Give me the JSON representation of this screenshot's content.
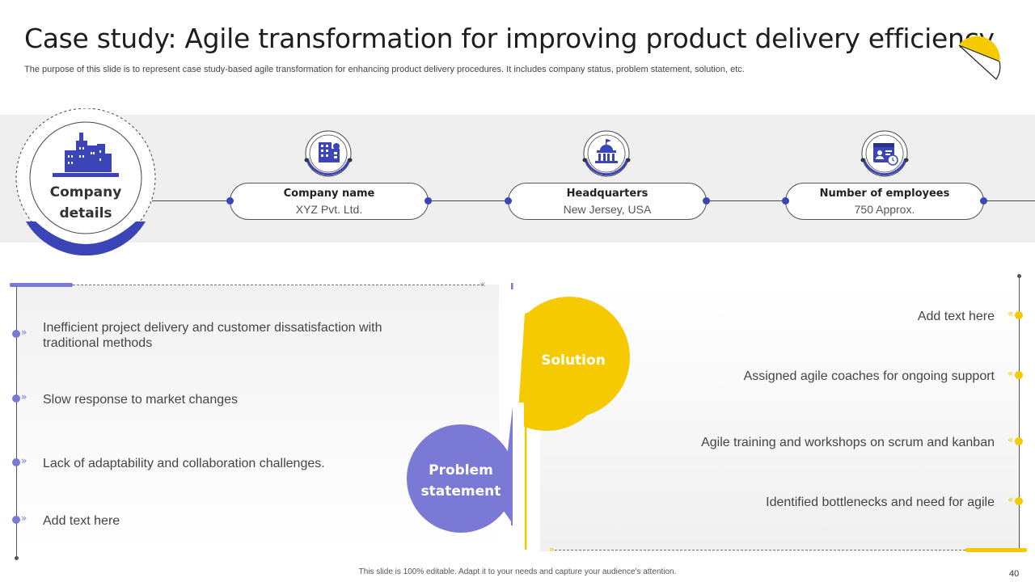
{
  "header": {
    "title": "Case study: Agile transformation for improving product delivery efficiency",
    "subtitle": "The purpose of this slide is to represent case study-based agile transformation for enhancing product delivery procedures. It includes company status, problem statement, solution, etc."
  },
  "company": {
    "label_line1": "Company",
    "label_line2": "details",
    "fields": [
      {
        "heading": "Company name",
        "value": "XYZ Pvt. Ltd.",
        "icon": "office-building-icon"
      },
      {
        "heading": "Headquarters",
        "value": "New Jersey, USA",
        "icon": "government-building-icon"
      },
      {
        "heading": "Number of employees",
        "value": "750 Approx.",
        "icon": "employee-id-card-icon"
      }
    ]
  },
  "problem": {
    "label_line1": "Problem",
    "label_line2": "statement",
    "items": [
      "Inefficient project delivery and customer dissatisfaction with traditional methods",
      "Slow response to market changes",
      "Lack of adaptability and collaboration challenges.",
      "Add text here"
    ]
  },
  "solution": {
    "label": "Solution",
    "items": [
      "Add text here",
      "Assigned agile coaches for ongoing support",
      "Agile training and workshops on scrum and kanban",
      "Identified bottlenecks and need for agile"
    ]
  },
  "footer": {
    "note": "This slide is 100% editable. Adapt it to your needs and capture your audience's attention.",
    "page_number": "40"
  },
  "colors": {
    "accent_blue": "#3b45b8",
    "accent_purple": "#7a7ad6",
    "accent_yellow": "#f5ca00"
  }
}
